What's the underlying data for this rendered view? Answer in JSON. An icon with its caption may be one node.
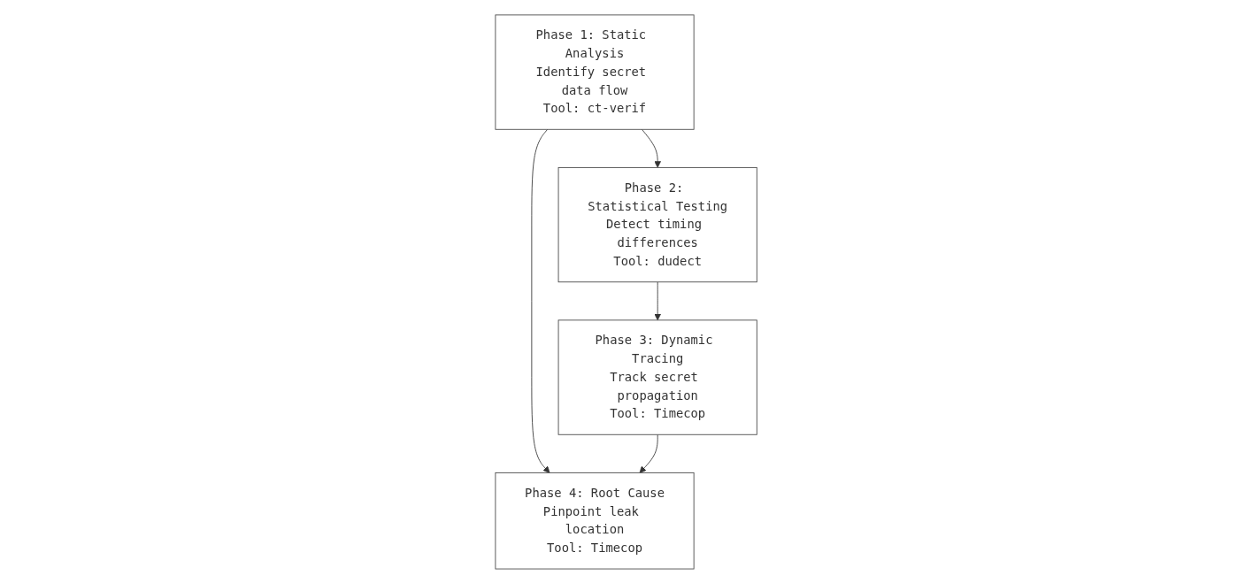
{
  "diagram": {
    "nodes": [
      {
        "text": [
          "Phase 1: Static Analysis",
          "Identify secret data flow",
          "Tool: ct-verif"
        ]
      },
      {
        "text": [
          "Phase 2: Statistical Testing",
          "Detect timing differences",
          "Tool: dudect"
        ]
      },
      {
        "text": [
          "Phase 4: Root Cause",
          "Pinpoint leak location",
          "Tool: Timecop"
        ]
      },
      {
        "text": [
          "Phase 3: Dynamic Tracing",
          "Track secret propagation",
          "Tool: Timecop"
        ]
      }
    ],
    "edges": [
      {
        "from": 0,
        "to": 1,
        "arrow": "to"
      },
      {
        "from": 0,
        "to": 2,
        "arrow": "to"
      },
      {
        "from": 1,
        "to": 3,
        "arrow": "to"
      },
      {
        "from": 3,
        "to": 2,
        "arrow": "to"
      }
    ]
  }
}
